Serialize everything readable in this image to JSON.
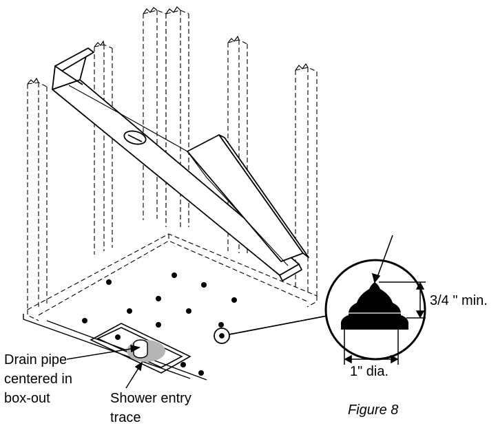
{
  "labels": {
    "drain_pipe": [
      "Drain pipe",
      "centered in",
      "box-out"
    ],
    "shower_entry": [
      "Shower entry",
      "trace"
    ],
    "height": "3/4 \" min.",
    "diameter": "1\" dia.",
    "figure": "Figure 8"
  },
  "colors": {
    "line": "#000000",
    "background": "#ffffff",
    "drain_shade": "#b5b5b5"
  }
}
